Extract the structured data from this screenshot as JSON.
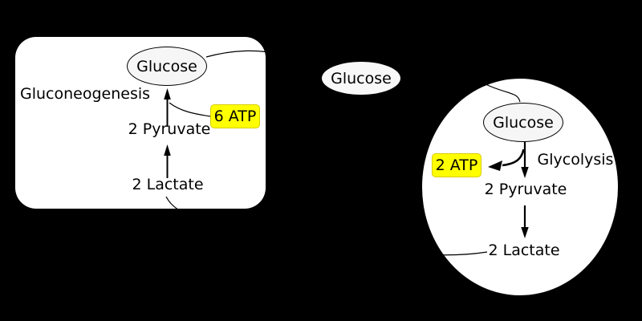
{
  "diagram": {
    "liver": {
      "process_label": "Gluconeogenesis",
      "glucose_node": "Glucose",
      "pyruvate_label": "2 Pyruvate",
      "lactate_label": "2 Lactate",
      "atp_label": "6 ATP"
    },
    "blood": {
      "glucose_node": "Glucose"
    },
    "muscle": {
      "process_label": "Glycolysis",
      "glucose_node": "Glucose",
      "pyruvate_label": "2 Pyruvate",
      "lactate_label": "2 Lactate",
      "atp_label": "2 ATP"
    },
    "colors": {
      "background": "#000000",
      "compartment_fill": "#ffffff",
      "node_fill": "#f6f6f6",
      "atp_highlight": "#ffff00",
      "atp_border": "#d9cb00",
      "line": "#000000"
    }
  }
}
